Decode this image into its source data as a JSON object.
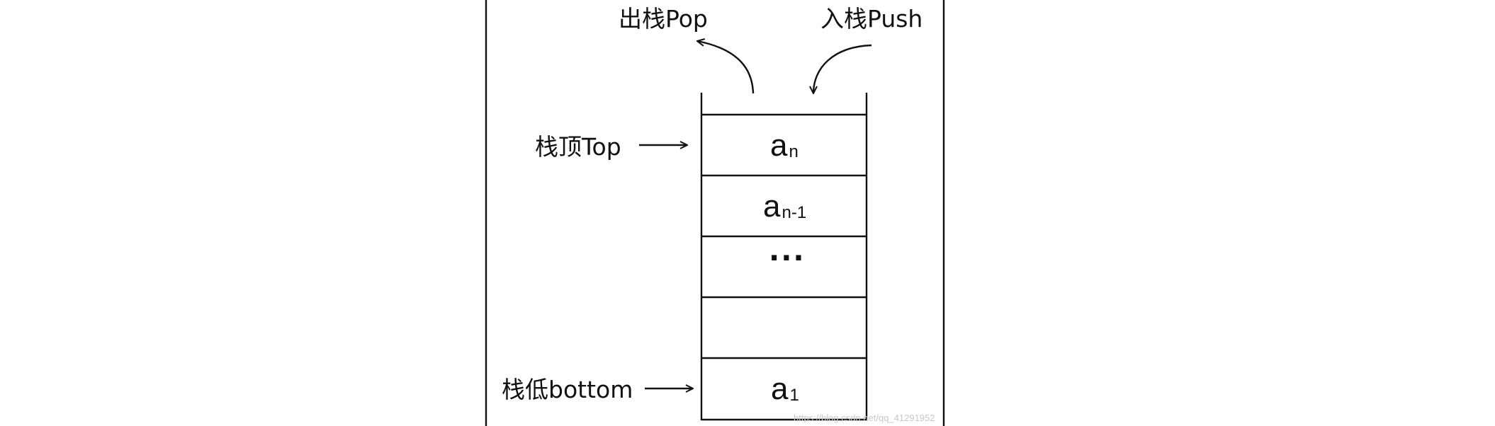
{
  "labels": {
    "pop": "出栈Pop",
    "push": "入栈Push",
    "top": "栈顶Top",
    "bottom": "栈低bottom"
  },
  "cells": [
    {
      "main": "a",
      "sub": "n"
    },
    {
      "main": "a",
      "sub": "n-1"
    },
    {
      "main": "···",
      "sub": ""
    },
    {
      "main": "",
      "sub": ""
    },
    {
      "main": "a",
      "sub": "1"
    }
  ],
  "watermark": "https://blog.csdn.net/qq_41291952"
}
